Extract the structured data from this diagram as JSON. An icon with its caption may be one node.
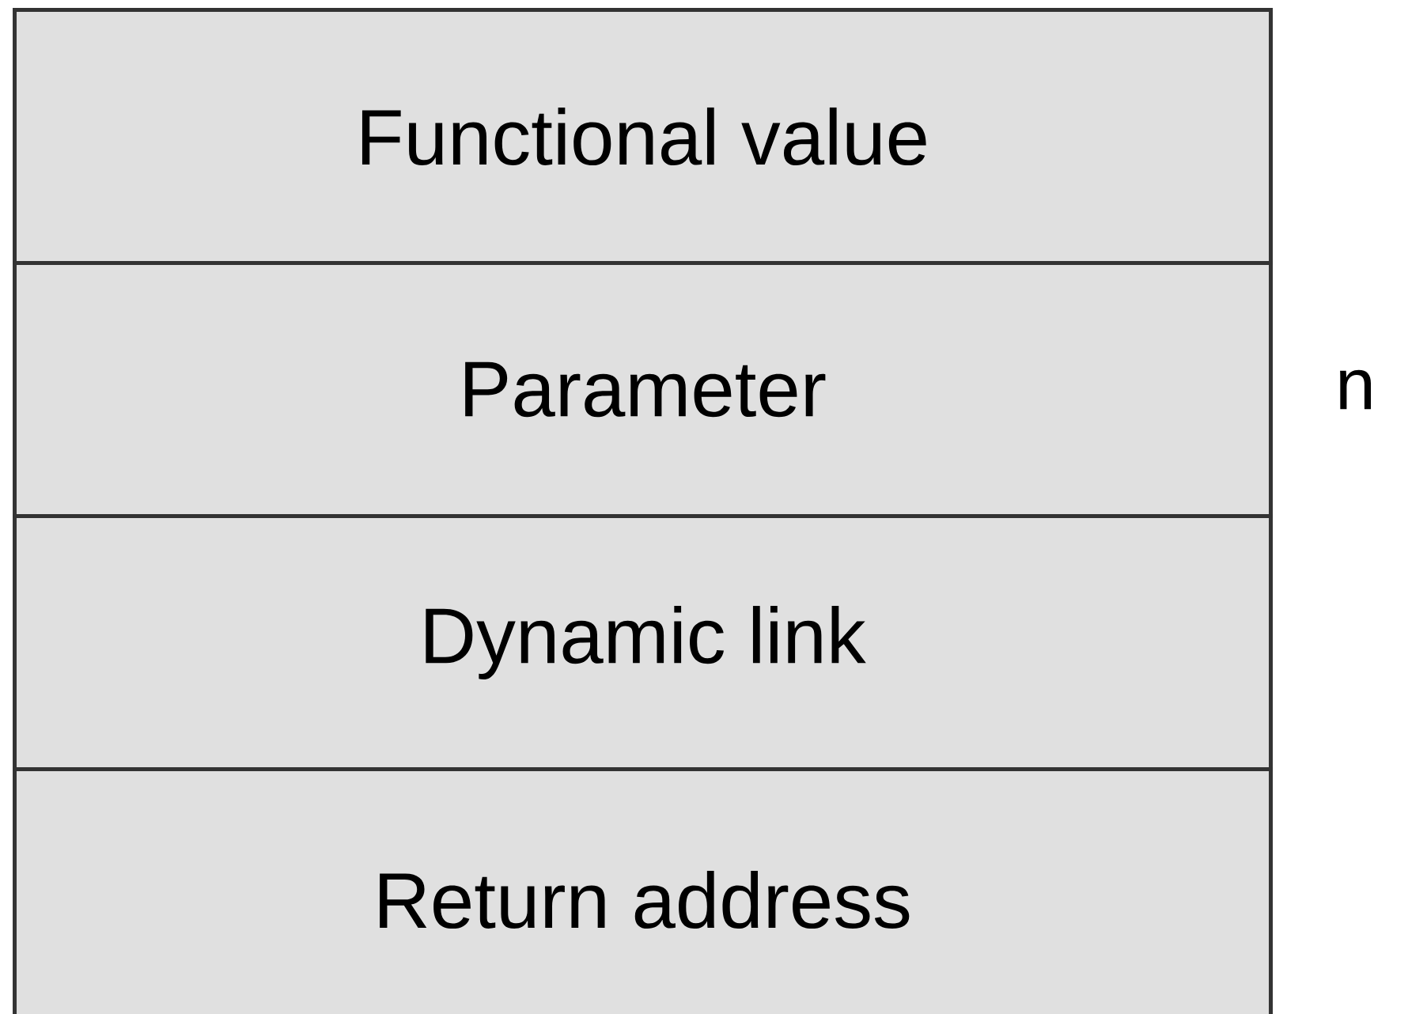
{
  "diagram": {
    "nodes": [
      {
        "text": [
          "Functional value"
        ]
      },
      {
        "text": [
          "Parameter"
        ],
        "beside": [
          "n"
        ]
      },
      {
        "text": [
          "Dynamic link"
        ]
      },
      {
        "text": [
          "Return address"
        ]
      }
    ]
  }
}
